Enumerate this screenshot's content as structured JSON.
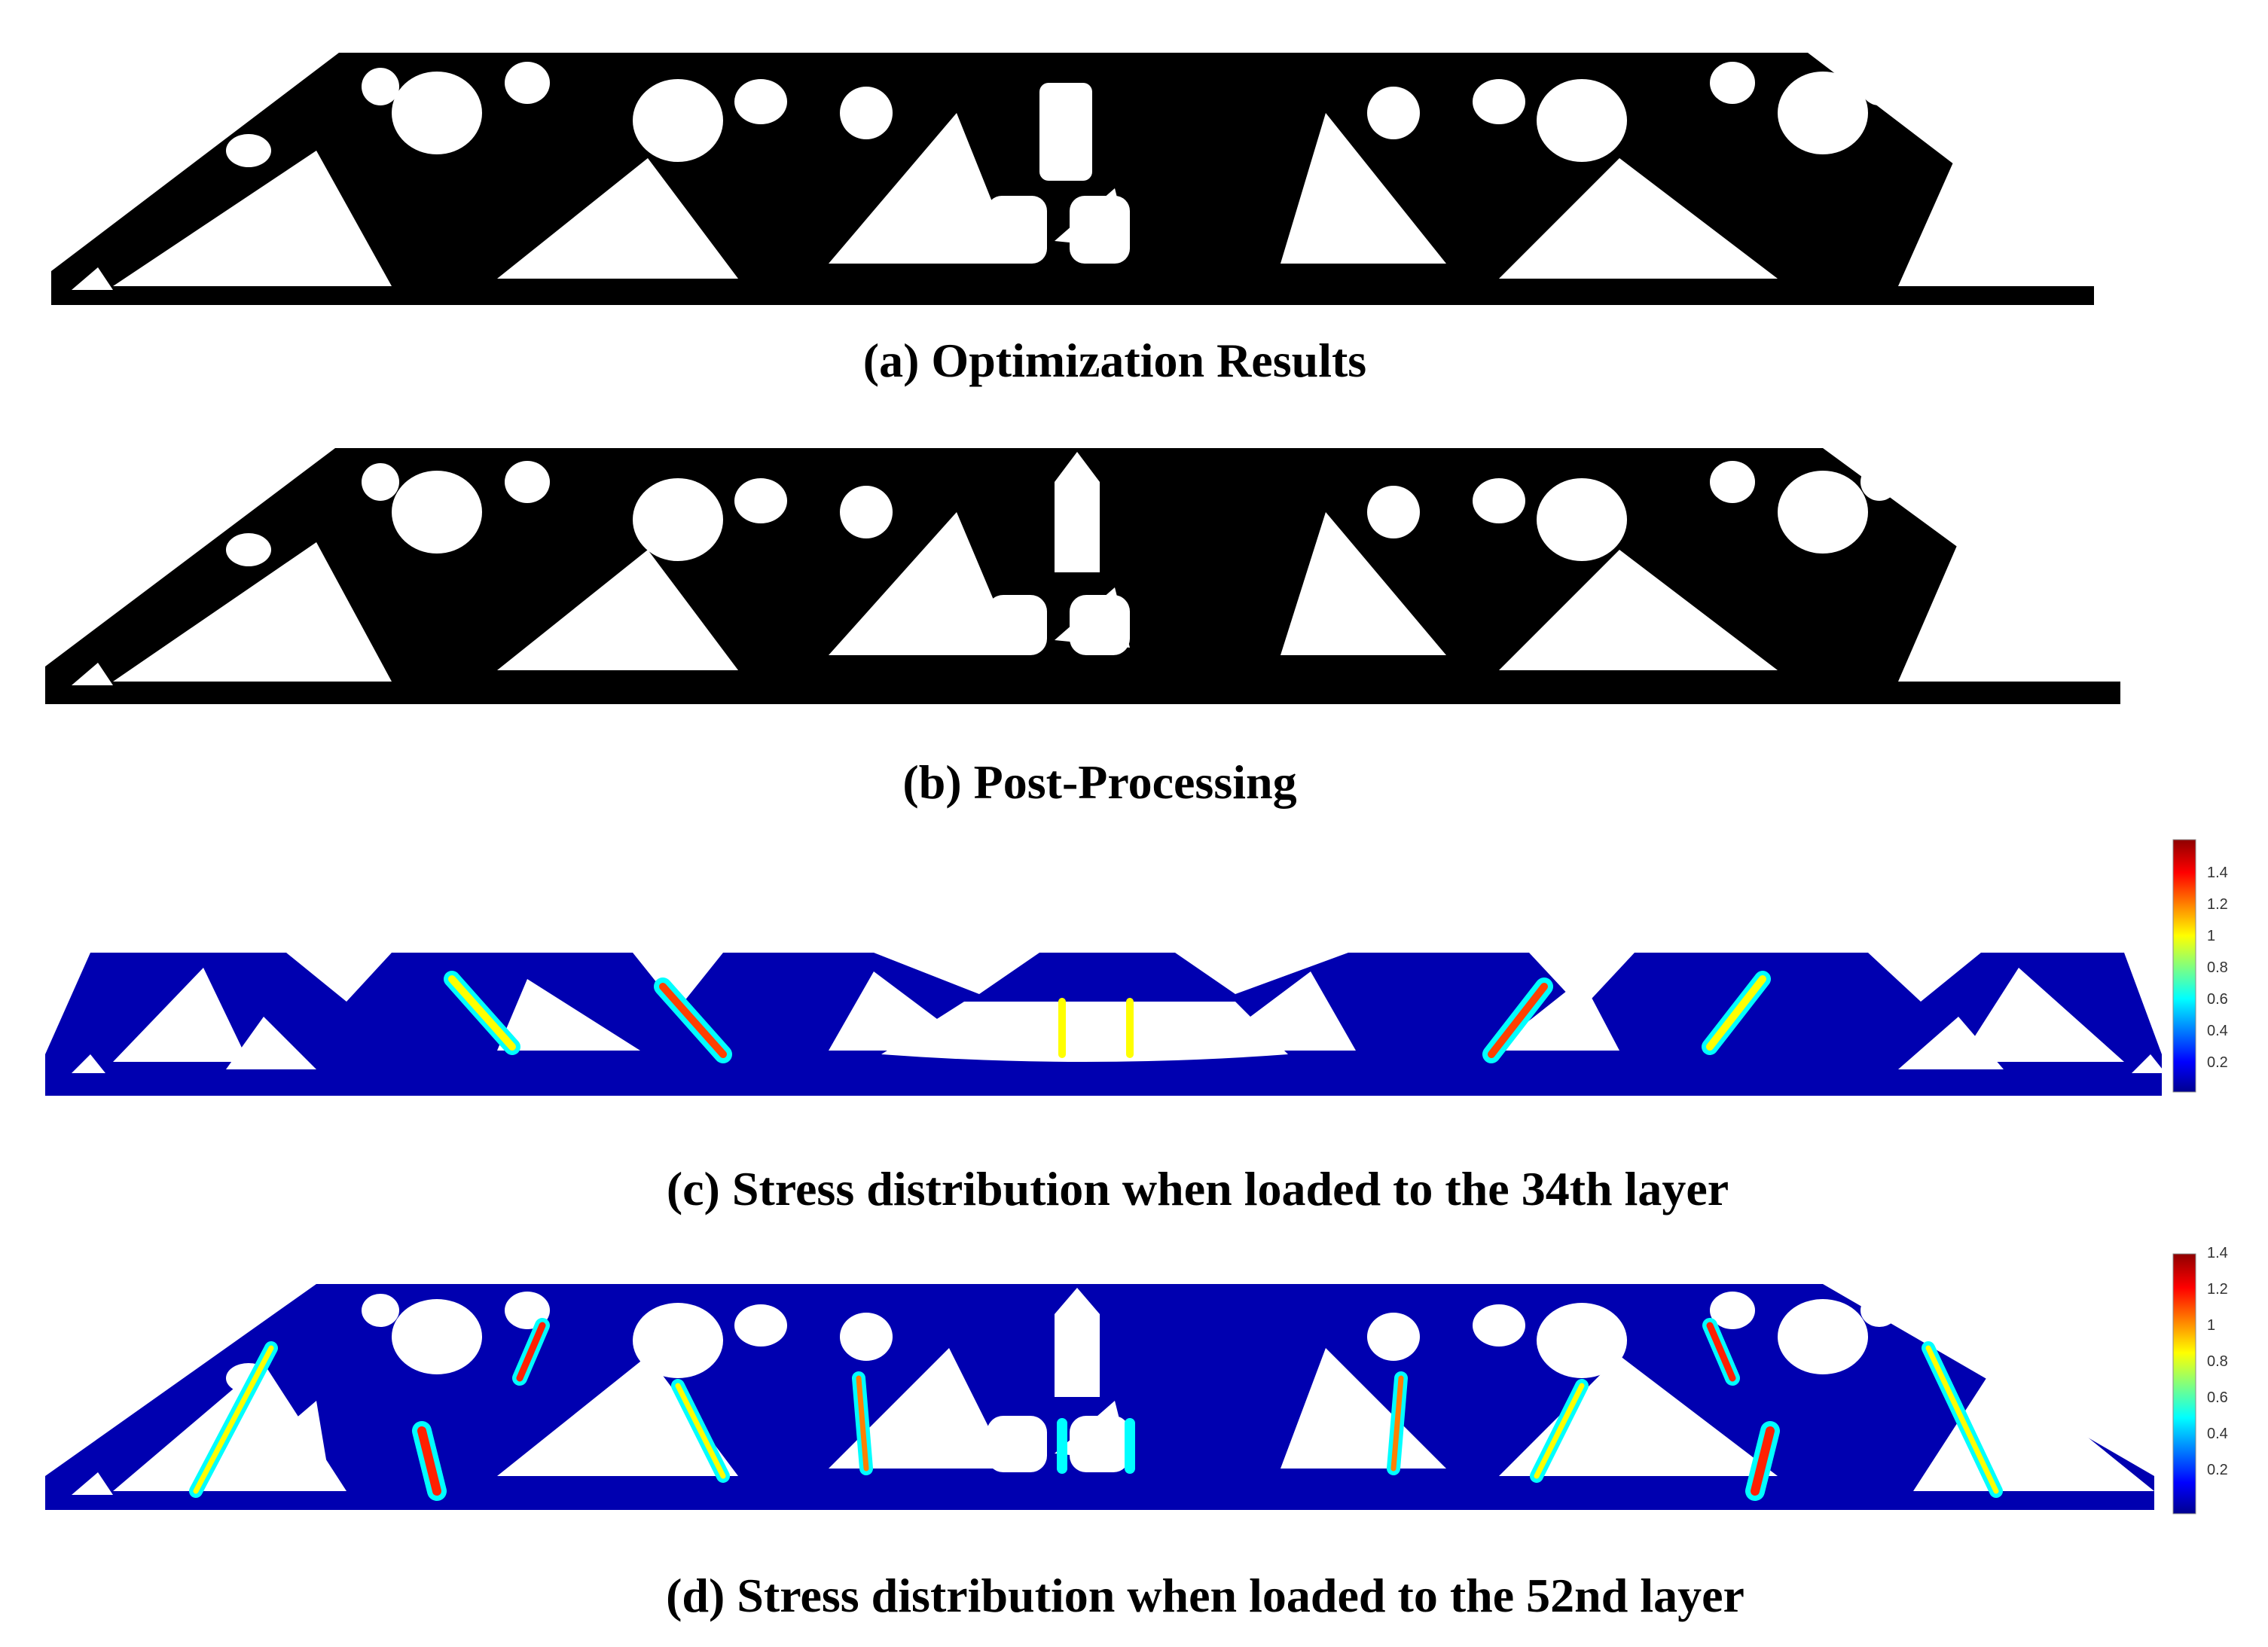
{
  "panels": [
    {
      "id": "a",
      "caption": "(a) Optimization Results",
      "style": "binary"
    },
    {
      "id": "b",
      "caption": "(b) Post-Processing",
      "style": "binary"
    },
    {
      "id": "c",
      "caption": "(c) Stress distribution when loaded to the 34th layer",
      "style": "stress",
      "colorbar_ticks": [
        "1.4",
        "1.2",
        "1",
        "0.8",
        "0.6",
        "0.4",
        "0.2"
      ]
    },
    {
      "id": "d",
      "caption": "(d) Stress distribution when loaded to the 52nd layer",
      "style": "stress",
      "colorbar_ticks": [
        "1.4",
        "1.2",
        "1",
        "0.8",
        "0.6",
        "0.4",
        "0.2"
      ]
    }
  ],
  "colors": {
    "material": "#000000",
    "void": "#ffffff",
    "stress_low": "#00008f",
    "stress_mid": "#00ffff",
    "stress_high": "#8f0000"
  }
}
